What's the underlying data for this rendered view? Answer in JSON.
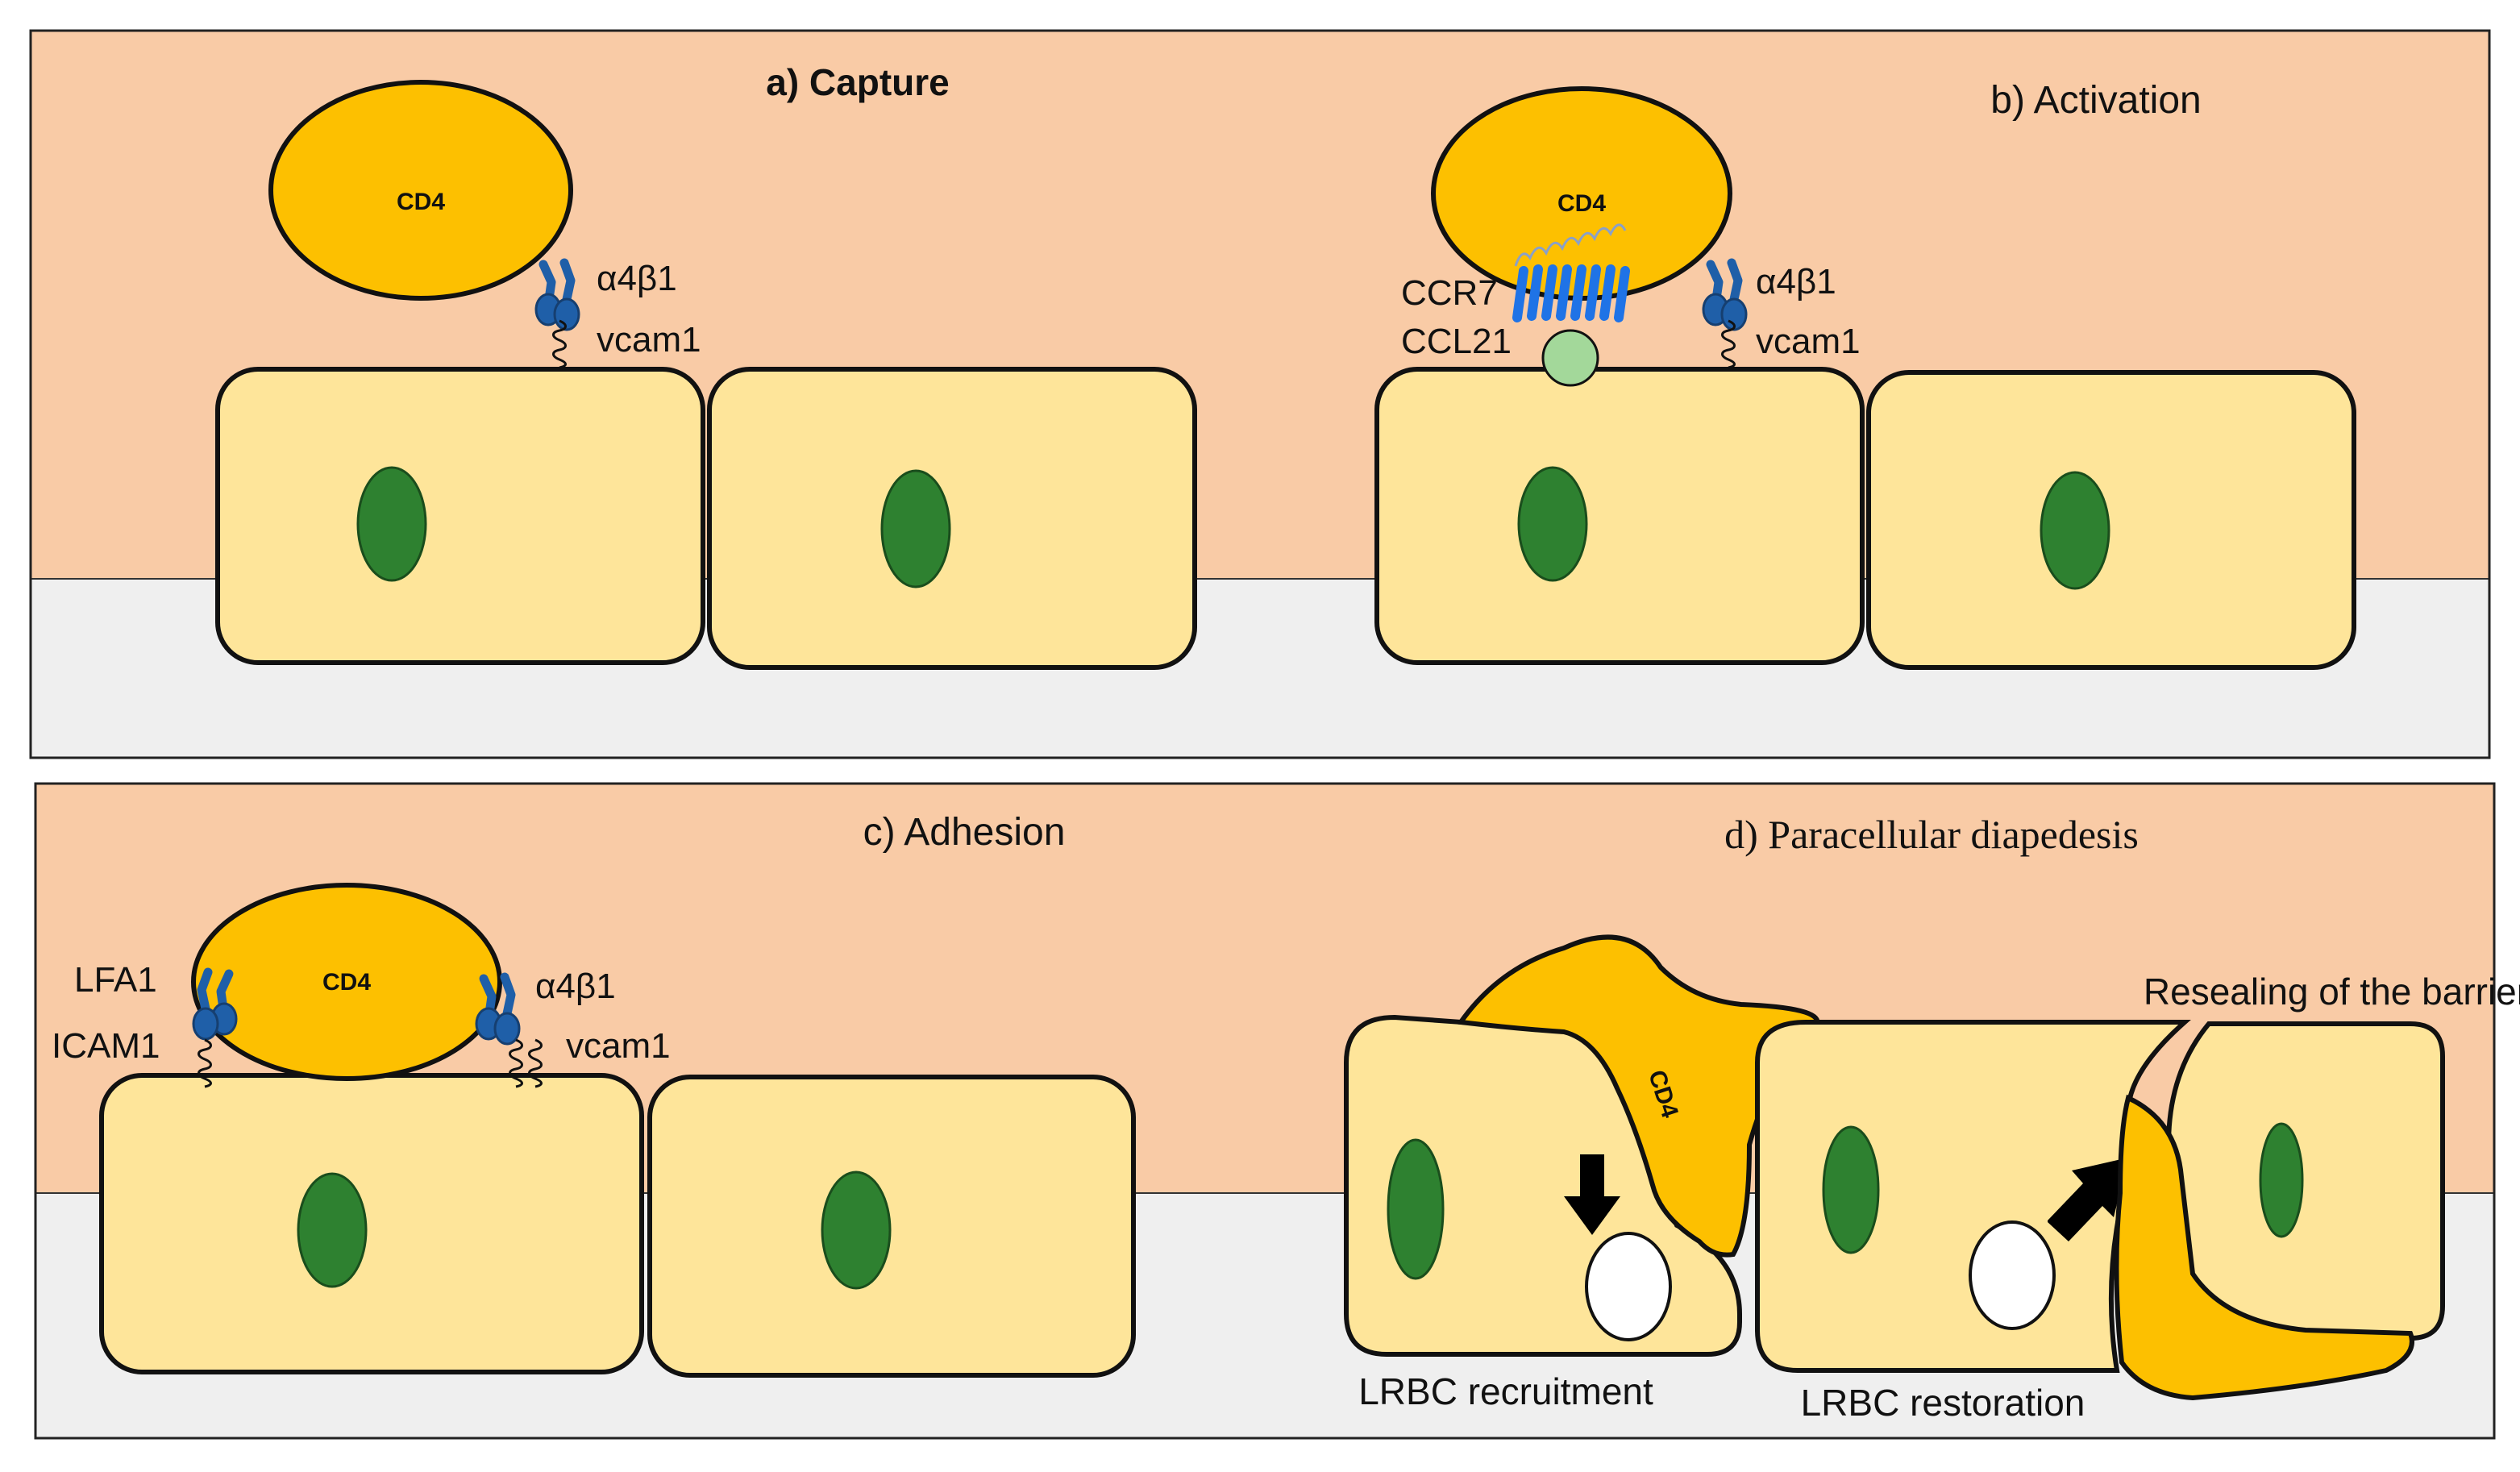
{
  "colors": {
    "lumen": "#f9cba6",
    "tissue": "#efefef",
    "endothelial_cell": "#fee59a",
    "nucleus": "#2e8130",
    "cd4_cell": "#fdc000",
    "receptor": "#1f5fa8",
    "ccr7": "#1f73e6",
    "ccl21": "#a3d89a",
    "lrbc": "#ffffff",
    "arrow": "#000000"
  },
  "icons": {
    "integrin": "integrin-receptor-icon",
    "adhesion_molecule": "spring-ligand-icon",
    "chemokine_receptor": "seven-transmembrane-receptor-icon",
    "arrow": "thick-arrow-icon"
  },
  "panel_a": {
    "title": "a) Capture",
    "cell_label": "CD4",
    "integrin_label": "α4β1",
    "ligand_label": "vcam1"
  },
  "panel_b": {
    "title": "b) Activation",
    "cell_label": "CD4",
    "receptor_label": "CCR7",
    "chemokine_label": "CCL21",
    "integrin_label": "α4β1",
    "ligand_label": "vcam1"
  },
  "panel_c": {
    "title": "c) Adhesion",
    "cell_label": "CD4",
    "lfa_label": "LFA1",
    "icam_label": "ICAM1",
    "integrin_label": "α4β1",
    "ligand_label": "vcam1"
  },
  "panel_d": {
    "title": "d) Paracellular diapedesis",
    "cell_label": "CD4",
    "reseal_label": "Resealing of the barrier",
    "recruit_label": "LRBC recruitment",
    "restore_label": "LRBC restoration"
  }
}
